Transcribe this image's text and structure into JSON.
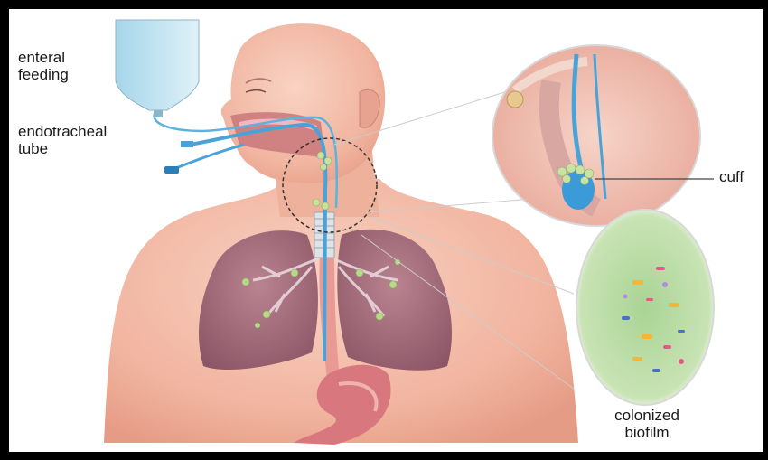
{
  "labels": {
    "enteral_feeding": "enteral\nfeeding",
    "endotracheal_tube": "endotracheal\ntube",
    "cuff": "cuff",
    "colonized_biofilm": "colonized\nbiofilm"
  },
  "colors": {
    "frame": "#000000",
    "skin": "#f4b7a2",
    "lung": "#a86878",
    "tube": "#4aa3d8",
    "biofilm": "#9fd08a",
    "stomach": "#d8787e"
  }
}
